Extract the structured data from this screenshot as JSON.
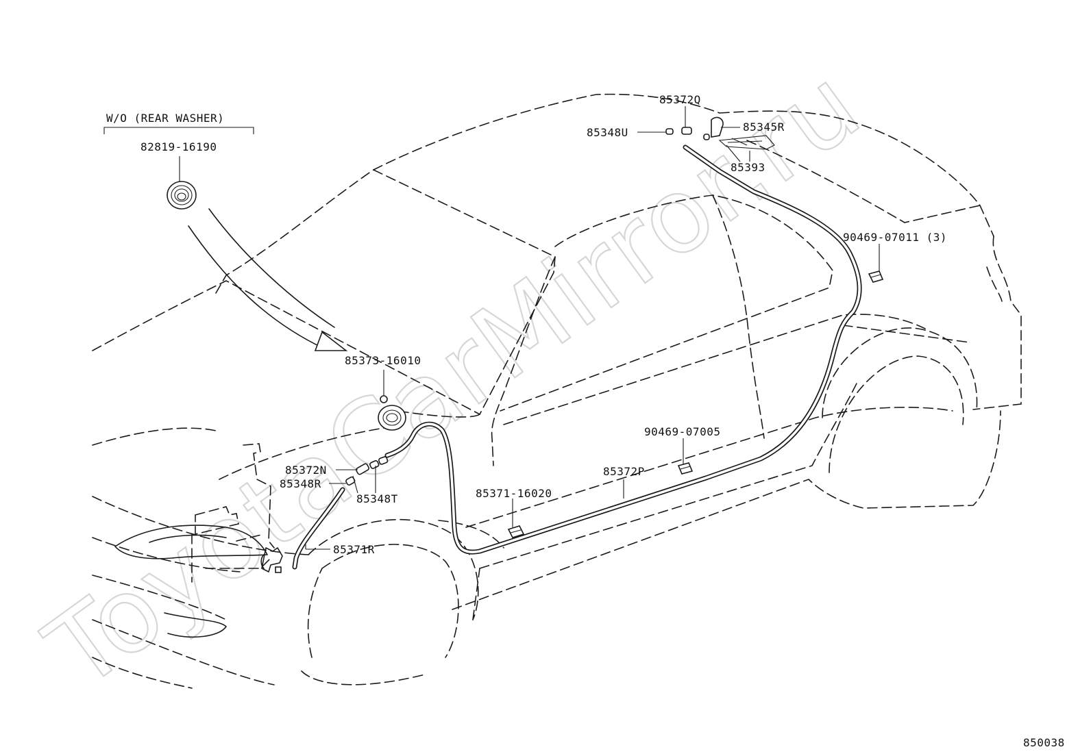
{
  "diagram": {
    "figure_code": "850038",
    "watermark": "ToyotaCarMirror.ru",
    "variant_box": {
      "label": "W/O  (REAR WASHER)"
    },
    "callouts": [
      {
        "id": "grommet_variant",
        "label": "82819-16190"
      },
      {
        "id": "grommet",
        "label": "85373-16010"
      },
      {
        "id": "hose_front_upper",
        "label": "85372N"
      },
      {
        "id": "joint_front_r",
        "label": "85348R"
      },
      {
        "id": "joint_front_t",
        "label": "85348T"
      },
      {
        "id": "hose_front_lower",
        "label": "85371R"
      },
      {
        "id": "clamp_front",
        "label": "85371-16020"
      },
      {
        "id": "hose_main",
        "label": "85372P"
      },
      {
        "id": "clip_mid",
        "label": "90469-07005"
      },
      {
        "id": "clip_rear",
        "label": "90469-07011 (3)"
      },
      {
        "id": "hose_rear",
        "label": "85372Q"
      },
      {
        "id": "joint_rear",
        "label": "85348U"
      },
      {
        "id": "nozzle",
        "label": "85345R"
      },
      {
        "id": "nozzle_bracket",
        "label": "85393"
      }
    ]
  }
}
